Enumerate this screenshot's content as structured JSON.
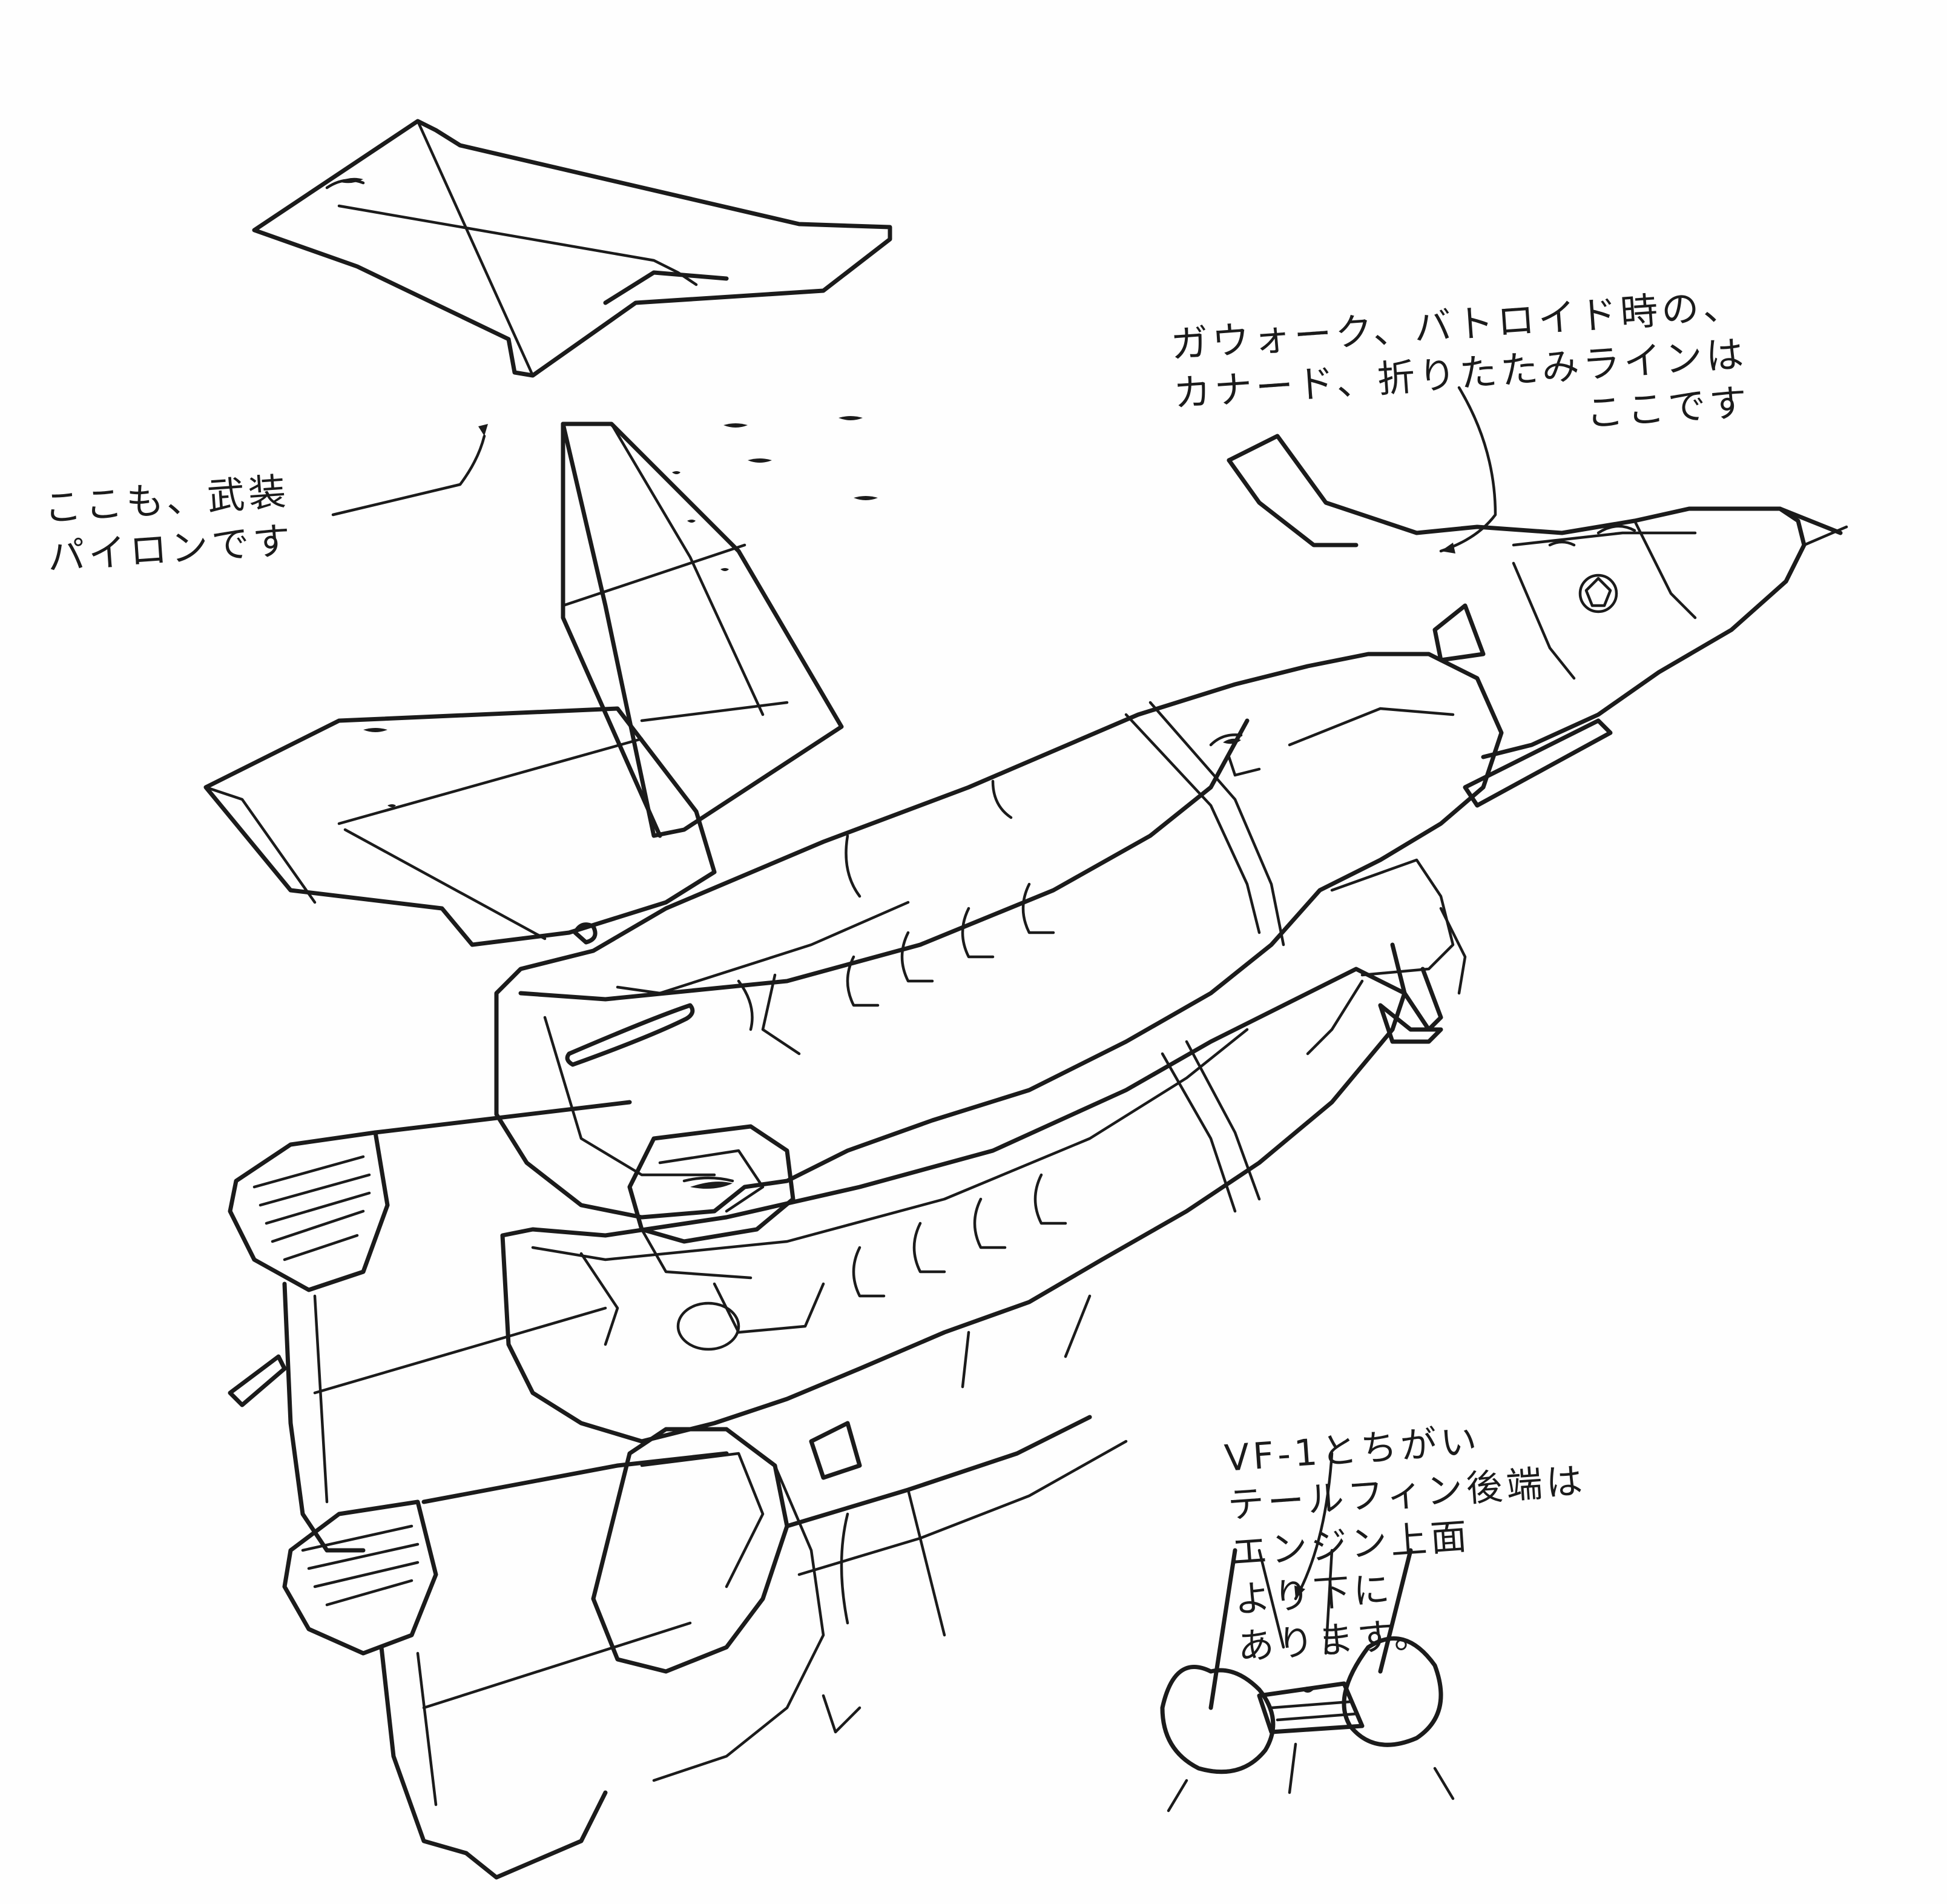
{
  "annotations": {
    "canard_note": {
      "line1": "ガウォーク、バトロイド時の、",
      "line2": "カナード、折りたたみラインは",
      "line3": "ここです"
    },
    "pylon_note": {
      "line1": "ここも、武装",
      "line2": "パイロンです"
    },
    "tailfin_note": {
      "line1": "VF-1とちがい",
      "line2": "テールフィン後端は",
      "line3": "エンジン上面",
      "line4": "より下に",
      "line5": "あります。"
    }
  },
  "ink_color": "#1b1b1b",
  "paper_color": "#fefefe"
}
